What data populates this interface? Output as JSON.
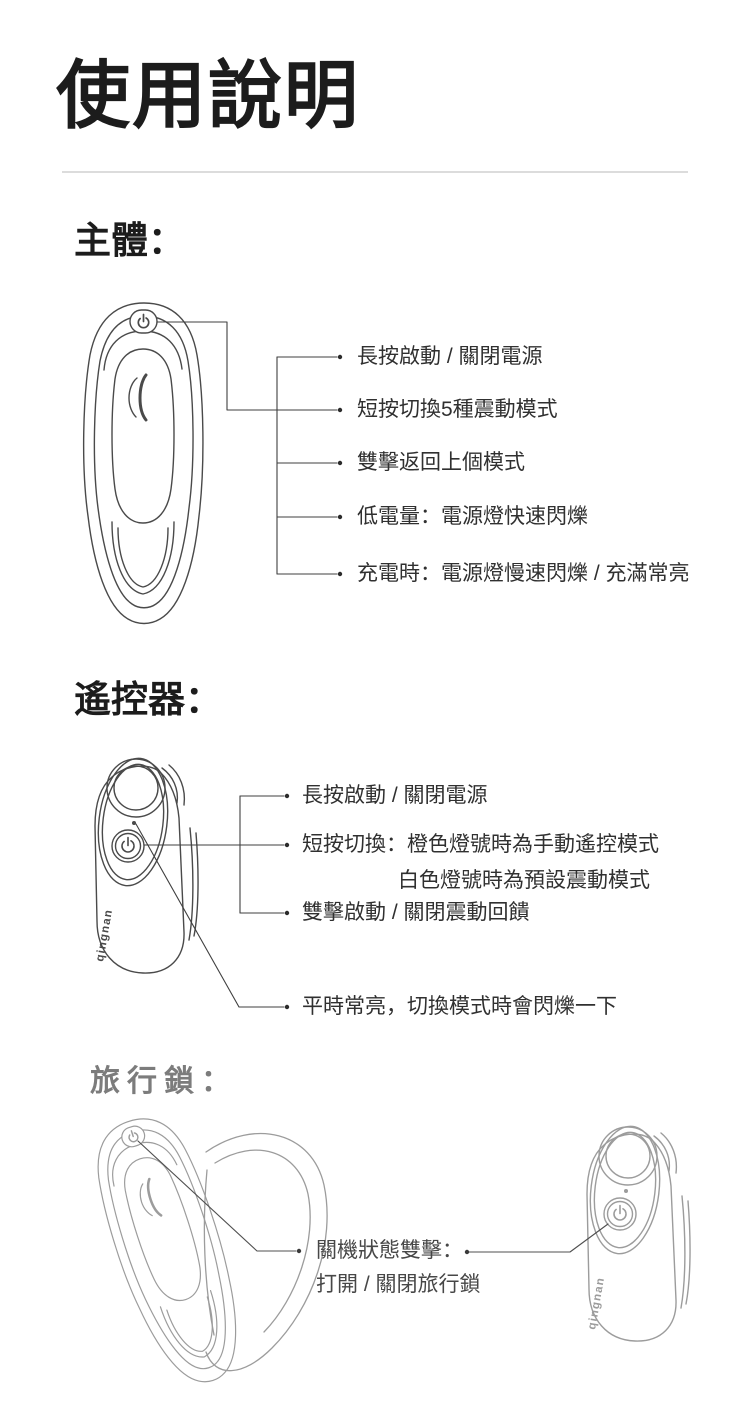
{
  "page": {
    "title": "使用說明"
  },
  "sections": {
    "main_body": {
      "heading": "主體：",
      "annotations": [
        "長按啟動 / 關閉電源",
        "短按切換5種震動模式",
        "雙擊返回上個模式",
        "低電量：電源燈快速閃爍",
        "充電時：電源燈慢速閃爍 / 充滿常亮"
      ]
    },
    "remote": {
      "heading": "遙控器：",
      "brand_label": "qingnan",
      "annotations": [
        "長按啟動 / 關閉電源",
        "短按切換：橙色燈號時為手動遙控模式",
        "白色燈號時為預設震動模式",
        "雙擊啟動 / 關閉震動回饋",
        "平時常亮，切換模式時會閃爍一下"
      ]
    },
    "travel_lock": {
      "heading": "旅行鎖：",
      "annotations": [
        "關機狀態雙擊：",
        "打開 / 關閉旅行鎖"
      ]
    }
  },
  "icons": {
    "power": "power-icon",
    "dial": "rotary-dial"
  },
  "colors": {
    "background": "#ffffff",
    "heading": "#1c1c1c",
    "annotation_text": "#303030",
    "callout_line": "#3f3f3f",
    "drawing_stroke": "#4a4a4a",
    "travel_drawing_stroke": "#9c9c9c",
    "travel_heading": "#7c7c7c",
    "divider": "#dcdcdc"
  }
}
